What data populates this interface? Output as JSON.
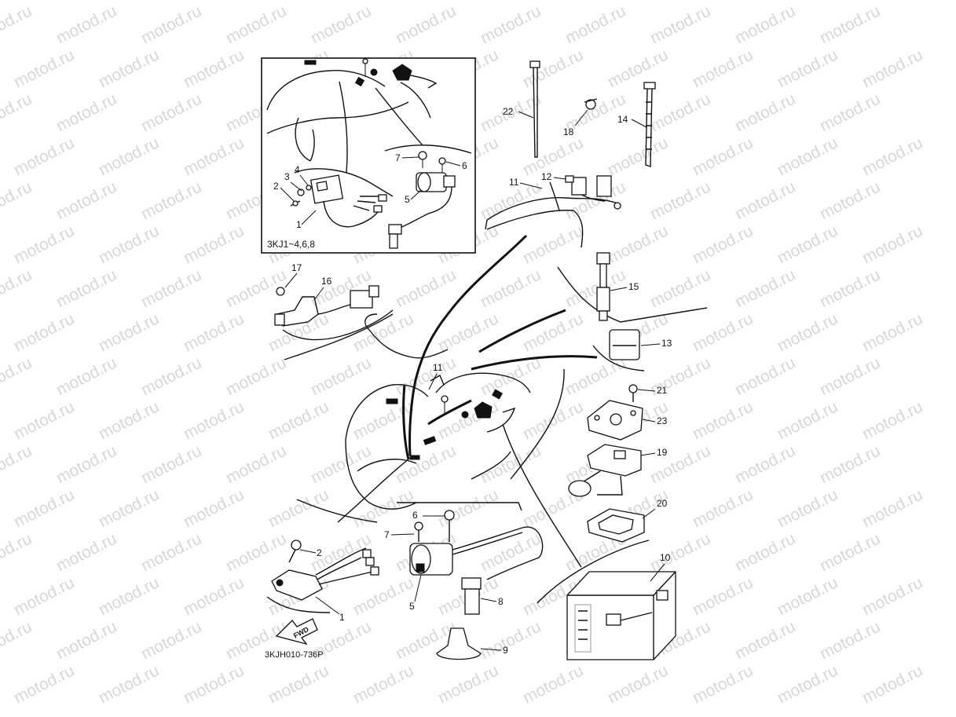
{
  "watermark": {
    "text": "motod.ru",
    "color": "#d7d7d7"
  },
  "diagram": {
    "inset_label": "3KJ1~4,6,8",
    "drawing_code": "3KJH010-736P",
    "fwd_label": "FWD",
    "callouts": {
      "inset_1": "1",
      "inset_2": "2",
      "inset_3": "3",
      "inset_4": "4",
      "inset_5": "5",
      "inset_6": "6",
      "inset_7": "7",
      "c1": "1",
      "c2": "2",
      "c5": "5",
      "c6": "6",
      "c7": "7",
      "c8": "8",
      "c9": "9",
      "c10": "10",
      "c11a": "11",
      "c11b": "11",
      "c12": "12",
      "c13": "13",
      "c14": "14",
      "c15": "15",
      "c16": "16",
      "c17": "17",
      "c18": "18",
      "c19": "19",
      "c20": "20",
      "c21": "21",
      "c22": "22",
      "c23": "23"
    }
  }
}
